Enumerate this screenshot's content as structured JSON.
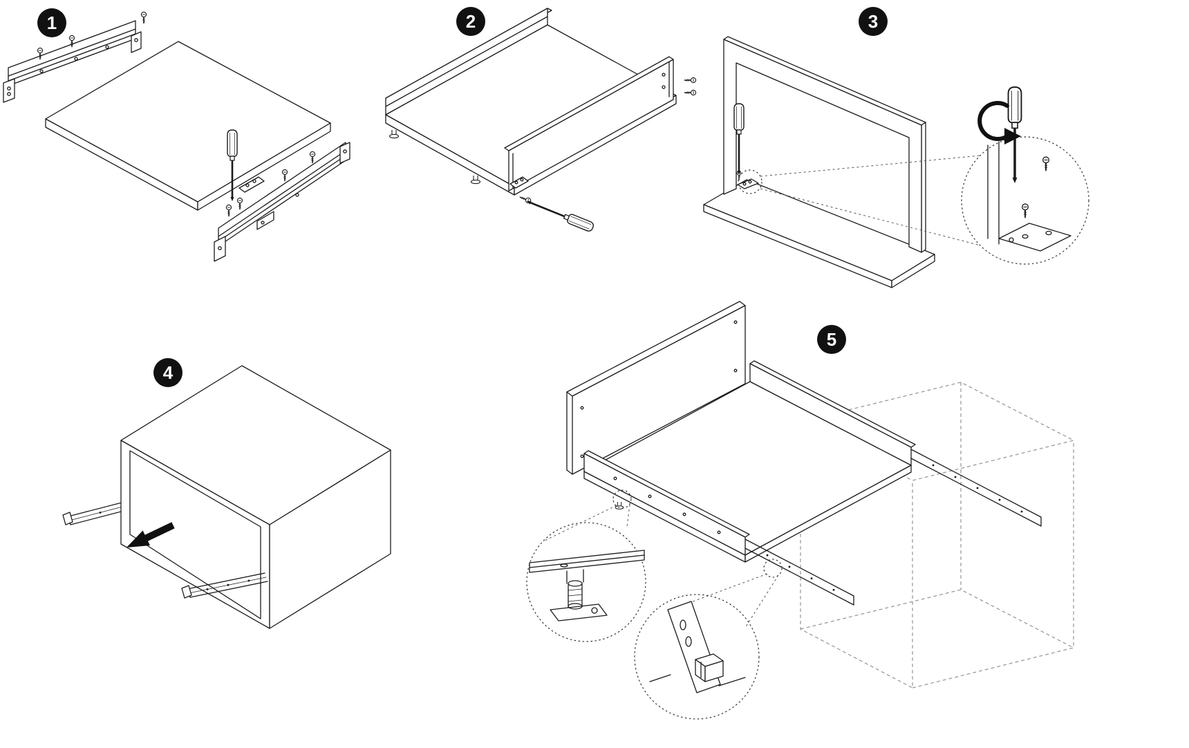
{
  "colors": {
    "background": "#ffffff",
    "line": "#1a1a1a",
    "badge_background": "#111111",
    "badge_text": "#ffffff",
    "ghost_outline": "#8a8a8a"
  },
  "steps": [
    {
      "number": "1"
    },
    {
      "number": "2"
    },
    {
      "number": "3"
    },
    {
      "number": "4"
    },
    {
      "number": "5"
    }
  ],
  "icons": [
    "step-badge",
    "screwdriver-icon",
    "screw-icon",
    "leveling-foot-icon",
    "pull-direction-arrow-icon",
    "rotate-arrow-icon",
    "detail-magnifier-circle"
  ]
}
